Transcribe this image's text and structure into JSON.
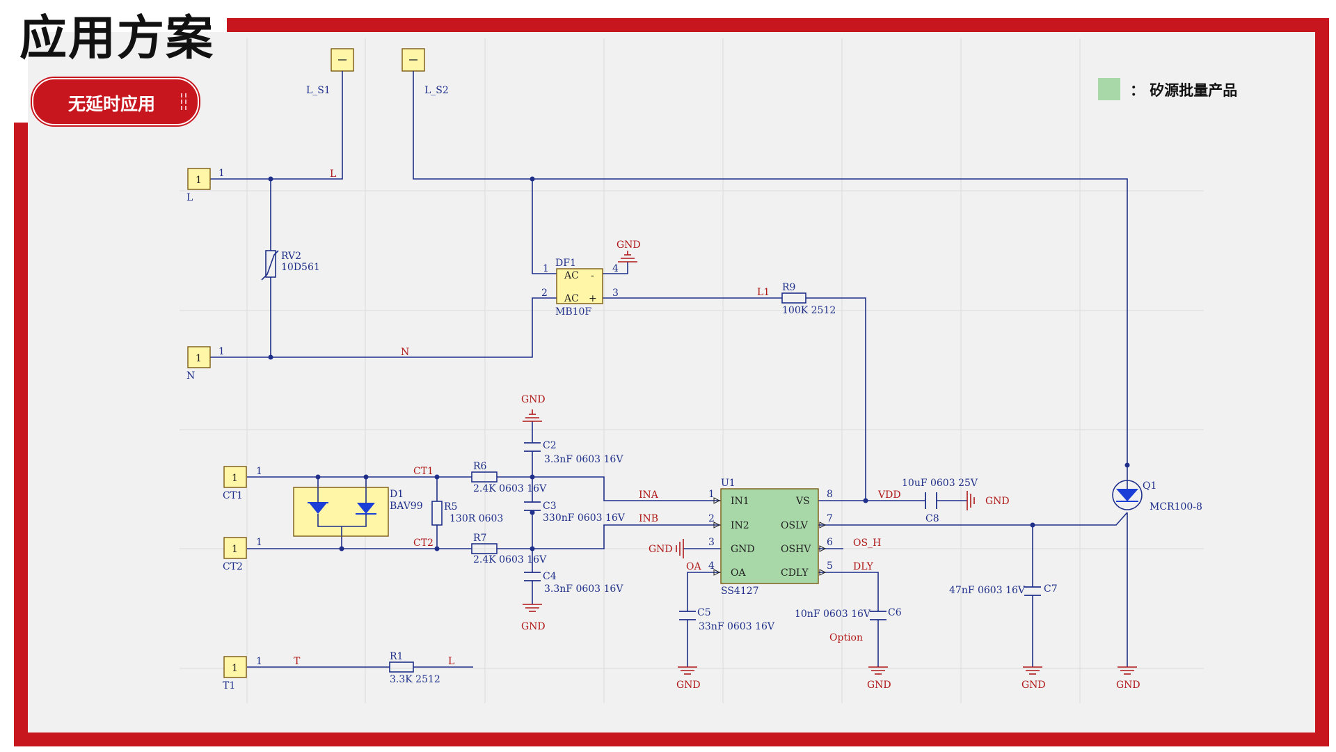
{
  "page": {
    "title": "应用方案",
    "subtitle": "无延时应用"
  },
  "legend": {
    "label": "： 矽源批量产品",
    "color": "#a8d8a8"
  },
  "schematic": {
    "connectors": {
      "L": {
        "ref": "L",
        "pin": "1"
      },
      "N": {
        "ref": "N",
        "pin": "1"
      },
      "CT1": {
        "ref": "CT1",
        "pin": "1"
      },
      "CT2": {
        "ref": "CT2",
        "pin": "1"
      },
      "T1": {
        "ref": "T1",
        "pin": "1"
      },
      "LS1": {
        "ref": "L_S1"
      },
      "LS2": {
        "ref": "L_S2"
      }
    },
    "nets": {
      "L": "L",
      "N": "N",
      "CT1": "CT1",
      "CT2": "CT2",
      "T": "T",
      "L_out": "L",
      "INA": "INA",
      "INB": "INB",
      "L1": "L1",
      "VDD": "VDD",
      "OA": "OA",
      "OS_H": "OS_H",
      "DLY": "DLY",
      "GND": "GND"
    },
    "components": {
      "RV2": {
        "ref": "RV2",
        "value": "10D561"
      },
      "DF1": {
        "ref": "DF1",
        "value": "MB10F",
        "pin1": "AC",
        "pin2": "AC",
        "pin3": "+",
        "pin4": "-",
        "pins": {
          "p1": "1",
          "p2": "2",
          "p3": "3",
          "p4": "4"
        }
      },
      "R9": {
        "ref": "R9",
        "value": "100K 2512"
      },
      "R6": {
        "ref": "R6",
        "value": "2.4K 0603 16V"
      },
      "R7": {
        "ref": "R7",
        "value": "2.4K 0603 16V"
      },
      "R5": {
        "ref": "R5",
        "value": "130R 0603"
      },
      "R1": {
        "ref": "R1",
        "value": "3.3K 2512"
      },
      "D1": {
        "ref": "D1",
        "value": "BAV99"
      },
      "C2": {
        "ref": "C2",
        "value": "3.3nF 0603 16V"
      },
      "C3": {
        "ref": "C3",
        "value": "330nF 0603 16V"
      },
      "C4": {
        "ref": "C4",
        "value": "3.3nF 0603 16V"
      },
      "C5": {
        "ref": "C5",
        "value": "33nF 0603 16V"
      },
      "C6": {
        "ref": "C6",
        "value": "10nF 0603 16V",
        "note": "Option"
      },
      "C7": {
        "ref": "C7",
        "value": "47nF 0603 16V"
      },
      "C8": {
        "ref": "C8",
        "value": "10uF 0603 25V"
      },
      "Q1": {
        "ref": "Q1",
        "value": "MCR100-8"
      },
      "U1": {
        "ref": "U1",
        "value": "SS4127",
        "left_pins": [
          {
            "num": "1",
            "name": "IN1"
          },
          {
            "num": "2",
            "name": "IN2"
          },
          {
            "num": "3",
            "name": "GND"
          },
          {
            "num": "4",
            "name": "OA"
          }
        ],
        "right_pins": [
          {
            "num": "8",
            "name": "VS"
          },
          {
            "num": "7",
            "name": "OSLV"
          },
          {
            "num": "6",
            "name": "OSHV"
          },
          {
            "num": "5",
            "name": "CDLY"
          }
        ]
      }
    }
  }
}
